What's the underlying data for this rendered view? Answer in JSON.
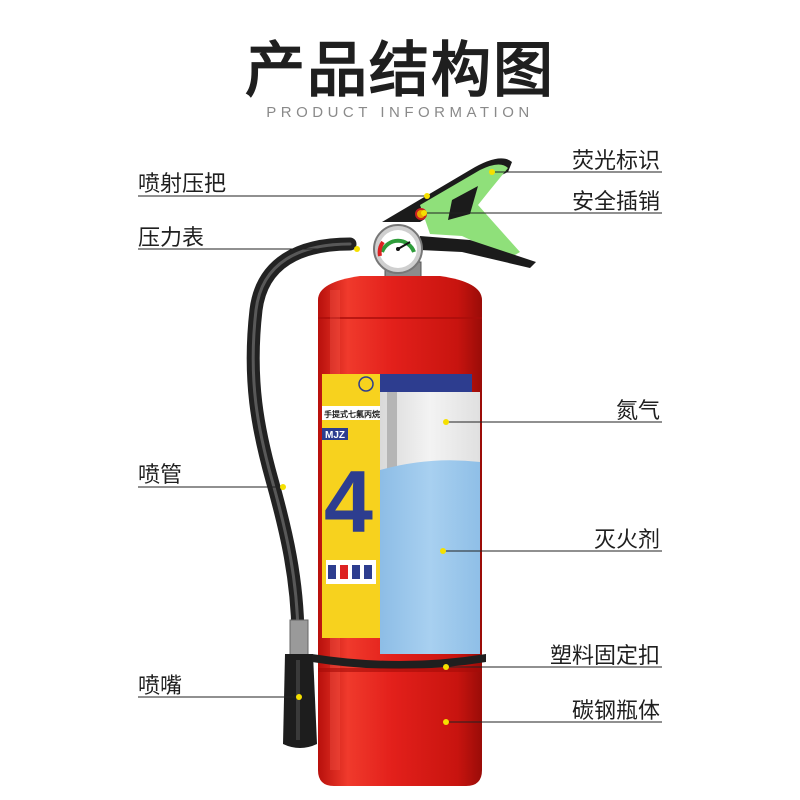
{
  "title": "产品结构图",
  "subtitle": "PRODUCT INFORMATION",
  "left_labels": {
    "handle": "喷射压把",
    "gauge": "压力表",
    "hose": "喷管",
    "nozzle": "喷嘴"
  },
  "right_labels": {
    "fluorescent": "荧光标识",
    "safety_pin": "安全插销",
    "nitrogen": "氮气",
    "agent": "灭火剂",
    "clamp": "塑料固定扣",
    "body": "碳钢瓶体"
  },
  "sticker": {
    "line1": "手提式七氟丙烷",
    "code": "MJZ",
    "capacity": "4"
  },
  "colors": {
    "cylinder_red": "#e3201b",
    "fluorescent_green": "#8fe07a",
    "sticker_yellow": "#f7d21e",
    "sticker_blue": "#2d3d8f",
    "marker_yellow": "#f5e000",
    "liquid_blue": "#9cc8ec"
  }
}
